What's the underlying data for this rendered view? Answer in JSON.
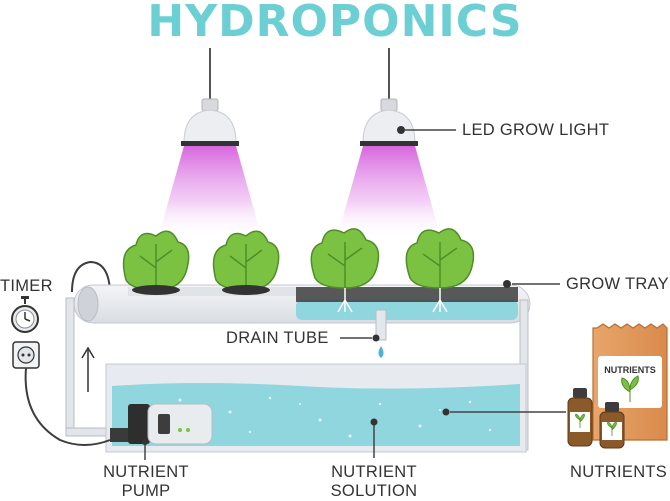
{
  "title": "HYDROPONICS",
  "labels": {
    "led_grow_light": "LED GROW LIGHT",
    "grow_tray": "GROW TRAY",
    "timer": "TIMER",
    "drain_tube": "DRAIN TUBE",
    "nutrient_pump_1": "NUTRIENT",
    "nutrient_pump_2": "PUMP",
    "nutrient_solution_1": "NUTRIENT",
    "nutrient_solution_2": "SOLUTION",
    "nutrients": "NUTRIENTS",
    "bag_label": "NUTRIENTS"
  },
  "colors": {
    "title": "#6ccfd3",
    "water": "#8fd6df",
    "tray": "#e6e9ee",
    "glow": "#d06fd8",
    "leaf": "#7cc242",
    "label_text": "#333333"
  },
  "icons": [
    "lamp-icon",
    "lettuce-icon",
    "timer-icon",
    "power-socket-icon",
    "pump-icon",
    "nutrient-bag-icon",
    "nutrient-bottle-icon",
    "water-drop-icon",
    "arrow-up-icon"
  ]
}
